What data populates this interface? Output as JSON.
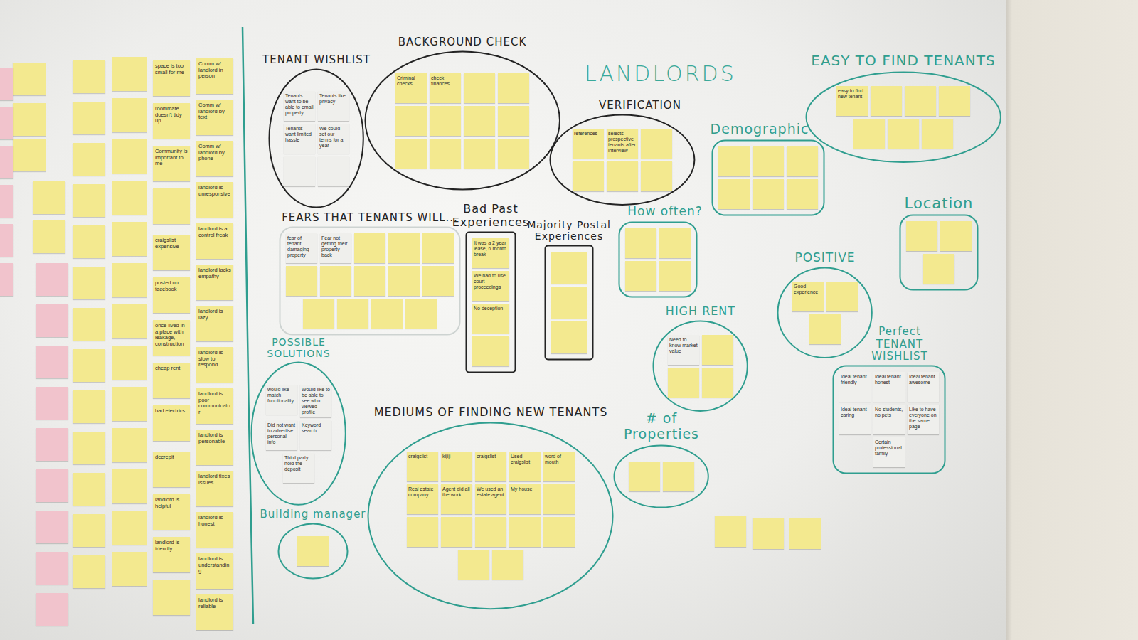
{
  "diagram": {
    "title": "LANDLORDS",
    "nodes": [
      {
        "text": [
          "space is too small for me"
        ]
      },
      {
        "text": [
          "roommate doesn't tidy up"
        ]
      },
      {
        "text": [
          "Community is important to me"
        ]
      },
      {
        "text": [
          "craigslist expensive"
        ]
      },
      {
        "text": [
          "posted on facebook"
        ]
      },
      {
        "text": [
          "once lived in a place with leakage, construction"
        ]
      },
      {
        "text": [
          "cheap rent"
        ]
      },
      {
        "text": [
          "bad electrics"
        ]
      },
      {
        "text": [
          "decrepit"
        ]
      },
      {
        "text": [
          "landlord is helpful"
        ]
      },
      {
        "text": [
          "landlord is friendly"
        ]
      },
      {
        "text": [
          "Comm w/ landlord in person"
        ]
      },
      {
        "text": [
          "Comm w/ landlord by text"
        ]
      },
      {
        "text": [
          "Comm w/ landlord by phone"
        ]
      },
      {
        "text": [
          "landlord is unresponsive"
        ]
      },
      {
        "text": [
          "landlord is a control freak"
        ]
      },
      {
        "text": [
          "landlord lacks empathy"
        ]
      },
      {
        "text": [
          "landlord is lazy"
        ]
      },
      {
        "text": [
          "landlord is slow to respond"
        ]
      },
      {
        "text": [
          "landlord is poor communicator"
        ]
      },
      {
        "text": [
          "landlord is personable"
        ]
      },
      {
        "text": [
          "landlord fixes issues"
        ]
      },
      {
        "text": [
          "landlord is honest"
        ]
      },
      {
        "text": [
          "landlord is understanding"
        ]
      },
      {
        "text": [
          "landlord is reliable"
        ]
      },
      {
        "text": [
          "TENANT WISHLIST"
        ]
      },
      {
        "text": [
          "Tenants want to be able to email property"
        ],
        "in": 25
      },
      {
        "text": [
          "Tenants like privacy"
        ],
        "in": 25
      },
      {
        "text": [
          "Tenants want limited hassle"
        ],
        "in": 25
      },
      {
        "text": [
          "We could set our terms for a year"
        ],
        "in": 25
      },
      {
        "text": [
          "BACKGROUND CHECK"
        ]
      },
      {
        "text": [
          "Criminal checks"
        ],
        "in": 30
      },
      {
        "text": [
          "check finances"
        ],
        "in": 30
      },
      {
        "text": [
          "VERIFICATION"
        ]
      },
      {
        "text": [
          "references"
        ],
        "in": 33
      },
      {
        "text": [
          "selects prospective tenants after interview"
        ],
        "in": 33
      },
      {
        "text": [
          "Demographic"
        ]
      },
      {
        "text": [
          "EASY TO FIND TENANTS"
        ]
      },
      {
        "text": [
          "easy to find new tenant"
        ],
        "in": 37
      },
      {
        "text": [
          "Location"
        ]
      },
      {
        "text": [
          "How often?"
        ]
      },
      {
        "text": [
          "HIGH RENT"
        ]
      },
      {
        "text": [
          "Need to know market value"
        ],
        "in": 41
      },
      {
        "text": [
          "POSITIVE"
        ]
      },
      {
        "text": [
          "Good experience"
        ],
        "in": 43
      },
      {
        "text": [
          "Perfect TENANT WISHLIST"
        ]
      },
      {
        "text": [
          "Ideal tenant friendly"
        ],
        "in": 45
      },
      {
        "text": [
          "Ideal tenant honest"
        ],
        "in": 45
      },
      {
        "text": [
          "Ideal tenant awesome"
        ],
        "in": 45
      },
      {
        "text": [
          "Ideal tenant caring"
        ],
        "in": 45
      },
      {
        "text": [
          "No students, no pets"
        ],
        "in": 45
      },
      {
        "text": [
          "Like to have everyone on the same page"
        ],
        "in": 45
      },
      {
        "text": [
          "Certain professional family"
        ],
        "in": 45
      },
      {
        "text": [
          "FEARS THAT TENANTS WILL..."
        ]
      },
      {
        "text": [
          "fear of tenant damaging property"
        ],
        "in": 53
      },
      {
        "text": [
          "Fear not getting their property back"
        ],
        "in": 53
      },
      {
        "text": [
          "Bad Past Experiences"
        ]
      },
      {
        "text": [
          "It was a 2 year lease, 6 month break"
        ],
        "in": 56
      },
      {
        "text": [
          "We had to use court proceedings"
        ],
        "in": 56
      },
      {
        "text": [
          "No deception"
        ],
        "in": 56
      },
      {
        "text": [
          "Majority Postal Experiences"
        ]
      },
      {
        "text": [
          "POSSIBLE SOLUTIONS"
        ]
      },
      {
        "text": [
          "would like match functionality"
        ],
        "in": 61
      },
      {
        "text": [
          "Would like to be able to see who viewed profile"
        ],
        "in": 61
      },
      {
        "text": [
          "Did not want to advertise personal info"
        ],
        "in": 61
      },
      {
        "text": [
          "Keyword search"
        ],
        "in": 61
      },
      {
        "text": [
          "Third party hold the deposit"
        ],
        "in": 61
      },
      {
        "text": [
          "Building manager"
        ]
      },
      {
        "text": [
          "MEDIUMS OF FINDING NEW TENANTS"
        ]
      },
      {
        "text": [
          "craigslist"
        ],
        "in": 68
      },
      {
        "text": [
          "kijiji"
        ],
        "in": 68
      },
      {
        "text": [
          "craigslist"
        ],
        "in": 68
      },
      {
        "text": [
          "Used craigslist"
        ],
        "in": 68
      },
      {
        "text": [
          "word of mouth"
        ],
        "in": 68
      },
      {
        "text": [
          "Real estate company"
        ],
        "in": 68
      },
      {
        "text": [
          "Agent did all the work"
        ],
        "in": 68
      },
      {
        "text": [
          "We used an estate agent"
        ],
        "in": 68
      },
      {
        "text": [
          "My house"
        ],
        "in": 68
      },
      {
        "text": [
          "# of Properties"
        ]
      }
    ]
  }
}
